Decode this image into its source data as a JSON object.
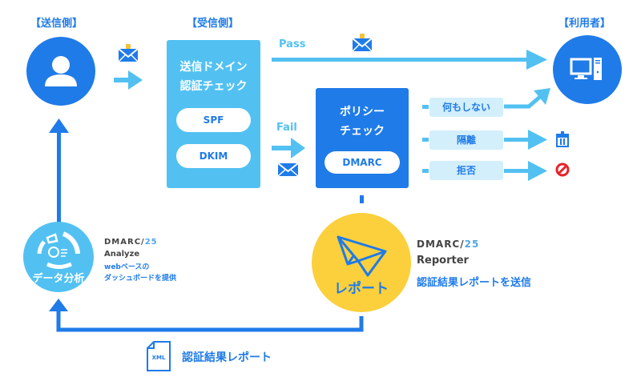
{
  "sender": {
    "header": "【送信側】",
    "icon": "user-icon"
  },
  "receiver": {
    "header": "【受信側】",
    "box_title_line1": "送信ドメイン",
    "box_title_line2": "認証チェック",
    "checks": [
      "SPF",
      "DKIM"
    ]
  },
  "user": {
    "header": "【利用者】",
    "icon": "computer-icon"
  },
  "flows": {
    "pass_label": "Pass",
    "fail_label": "Fail"
  },
  "policy": {
    "title_line1": "ポリシー",
    "title_line2": "チェック",
    "badge": "DMARC",
    "actions": [
      {
        "label": "何もしない",
        "result_icon": "arrow-to-user-icon"
      },
      {
        "label": "隔離",
        "result_icon": "trash-icon"
      },
      {
        "label": "拒否",
        "result_icon": "prohibited-icon"
      }
    ]
  },
  "analyze": {
    "circle_label": "データ分析",
    "logo_text": "DMARC/",
    "logo_suffix": "25",
    "product": "Analyze",
    "desc_line1": "webベースの",
    "desc_line2": "ダッシュボードを提供"
  },
  "reporter": {
    "circle_label": "レポート",
    "logo_text": "DMARC/",
    "logo_suffix": "25",
    "product": "Reporter",
    "desc": "認証結果レポートを送信"
  },
  "report_flow": {
    "file_label": "XML",
    "caption": "認証結果レポート"
  },
  "colors": {
    "primary": "#1f7be8",
    "light": "#52c1f2",
    "pale": "#d3effc",
    "yellow": "#fbd03c",
    "red": "#e8232a"
  }
}
